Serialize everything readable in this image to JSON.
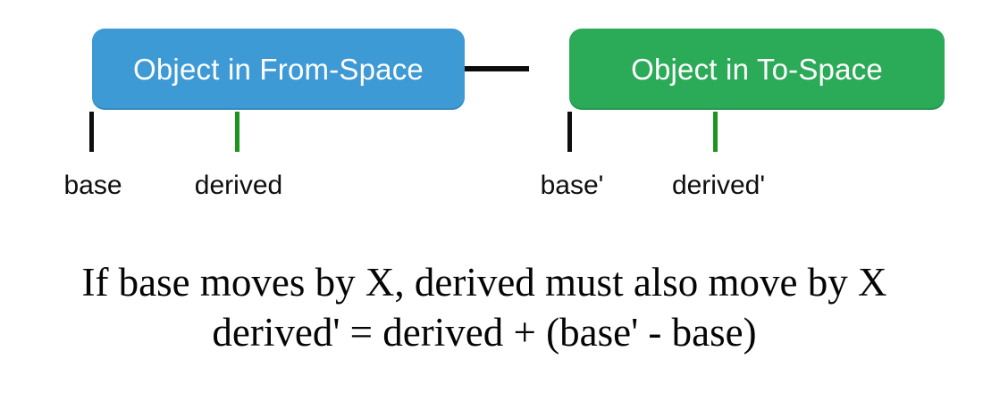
{
  "diagram": {
    "from_box": {
      "label": "Object in From-Space",
      "color": "#3D9AD5"
    },
    "to_box": {
      "label": "Object in To-Space",
      "color": "#2BAA58"
    },
    "connector_color": "#0c0c0c",
    "ticks": [
      {
        "label": "base",
        "color": "#0e0e0e"
      },
      {
        "label": "derived",
        "color": "#1C951C"
      },
      {
        "label": "base'",
        "color": "#0e0e0e"
      },
      {
        "label": "derived'",
        "color": "#1C951C"
      }
    ]
  },
  "caption": {
    "line1": "If base moves by X, derived must also move by X",
    "line2": "derived' = derived + (base' - base)"
  }
}
